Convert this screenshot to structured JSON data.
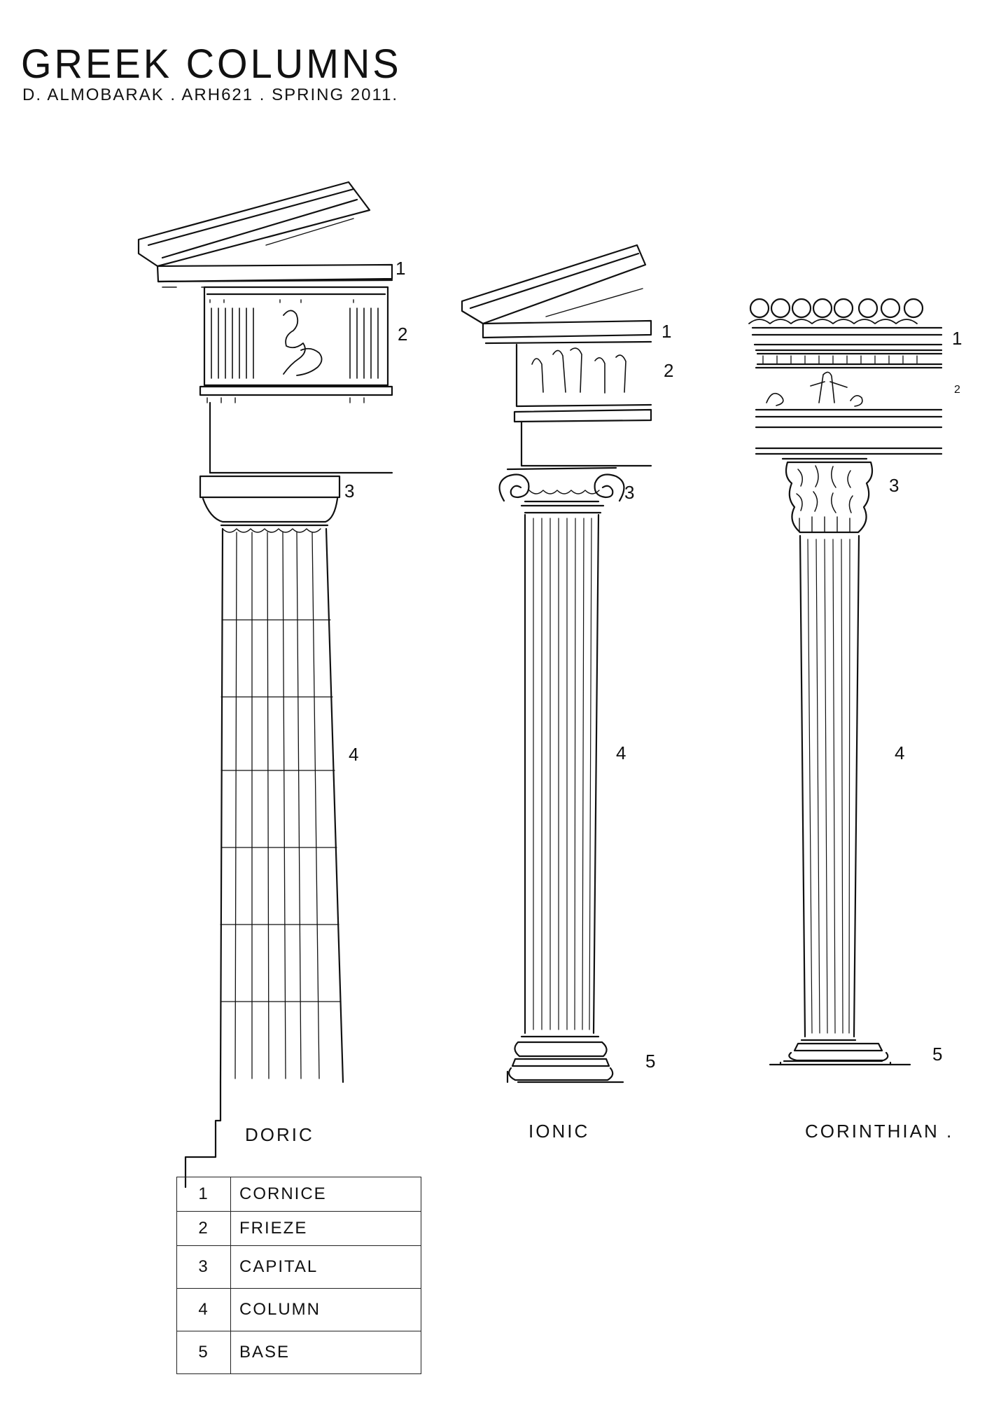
{
  "title": "GREEK COLUMNS",
  "byline": "D. ALMOBARAK .  ARH621 .  SPRING 2011.",
  "orders": [
    {
      "name": "DORIC",
      "labels": [
        "1",
        "2",
        "3",
        "4"
      ]
    },
    {
      "name": "IONIC",
      "labels": [
        "1",
        "2",
        "3",
        "4",
        "5"
      ]
    },
    {
      "name": "CORINTHIAN .",
      "labels": [
        "1",
        "2",
        "3",
        "4",
        "5"
      ]
    }
  ],
  "legend": [
    {
      "num": "1",
      "label": "CORNICE"
    },
    {
      "num": "2",
      "label": "FRIEZE"
    },
    {
      "num": "3",
      "label": "CAPITAL"
    },
    {
      "num": "4",
      "label": "COLUMN"
    },
    {
      "num": "5",
      "label": "BASE"
    }
  ],
  "ink_color": "#111111"
}
